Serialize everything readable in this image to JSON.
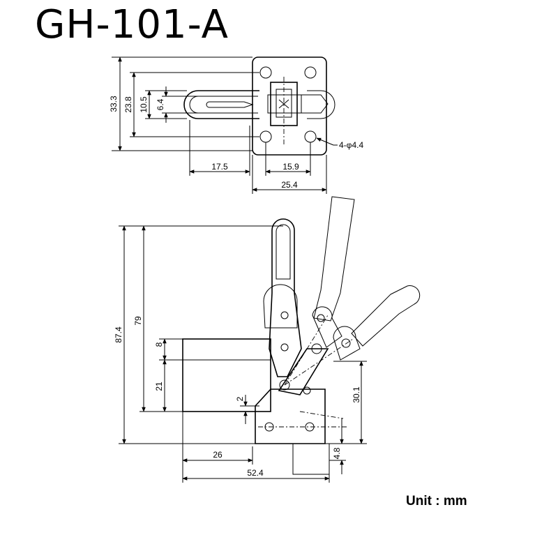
{
  "title": "GH-101-A",
  "unit_label": "Unit : mm",
  "top_view": {
    "dim_33_3": "33.3",
    "dim_23_8": "23.8",
    "dim_10_5": "10.5",
    "dim_6_4": "6.4",
    "dim_17_5": "17.5",
    "dim_15_9": "15.9",
    "dim_25_4": "25.4",
    "hole_callout": "4-φ4.4"
  },
  "side_view": {
    "dim_87_4": "87.4",
    "dim_79": "79",
    "dim_8": "8",
    "dim_21": "21",
    "dim_2": "2",
    "dim_30_1": "30.1",
    "dim_4_8": "4.8",
    "dim_26": "26",
    "dim_52_4": "52.4"
  }
}
